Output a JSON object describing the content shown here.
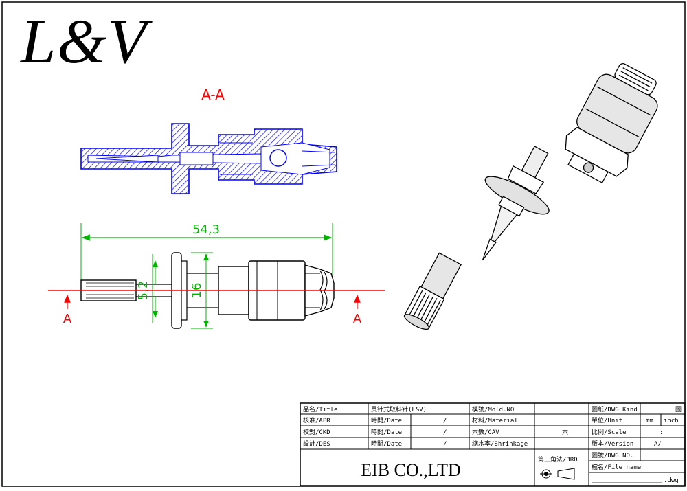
{
  "logo": "L&V",
  "section_label": "A-A",
  "dimensions": {
    "overall_length": "54,3",
    "tip_diameter": "5,2",
    "flange_diameter": "16"
  },
  "section_markers": {
    "left": "A",
    "right": "A"
  },
  "title_block": {
    "title_label": "品名/Title",
    "title_value": "灵针式取料针(L&V)",
    "mold_no_label": "模號/Mold.NO",
    "dwg_kind_label": "圖紙/DWG Kind",
    "dwg_kind_value": "圖",
    "apr_label": "核准/APR",
    "date_label_1": "時間/Date",
    "date_value_1": "/",
    "material_label": "材料/Material",
    "unit_label": "單位/Unit",
    "unit_mm": "mm",
    "unit_inch": "inch",
    "ckd_label": "校對/CKD",
    "date_label_2": "時間/Date",
    "date_value_2": "/",
    "cav_label": "穴數/CAV",
    "cav_value": "穴",
    "scale_label": "比例/Scale",
    "scale_value": ":",
    "des_label": "設計/DES",
    "date_label_3": "時間/Date",
    "date_value_3": "/",
    "shrinkage_label": "縮水率/Shrinkage",
    "version_label": "版本/Version",
    "version_value": "A/",
    "projection_label": "第三角法/3RD",
    "dwg_no_label": "圖號/DWG NO.",
    "file_name_label": "檔名/File name",
    "file_ext": ".dwg",
    "company": "EIB CO.,LTD"
  },
  "colors": {
    "dimension": "#00b400",
    "section_hatch": "#0000ff",
    "centerline": "#ff0000",
    "outline": "#000000"
  }
}
